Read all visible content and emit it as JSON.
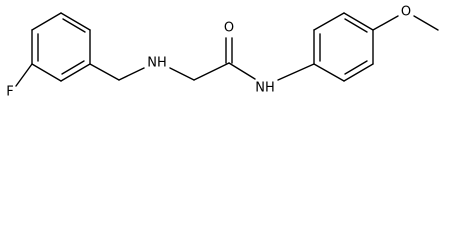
{
  "molecule": {
    "labels": {
      "fluorine": "F",
      "amine_nh": "NH",
      "carbonyl_o": "O",
      "amide_nh": "NH",
      "ether_o": "O"
    }
  }
}
